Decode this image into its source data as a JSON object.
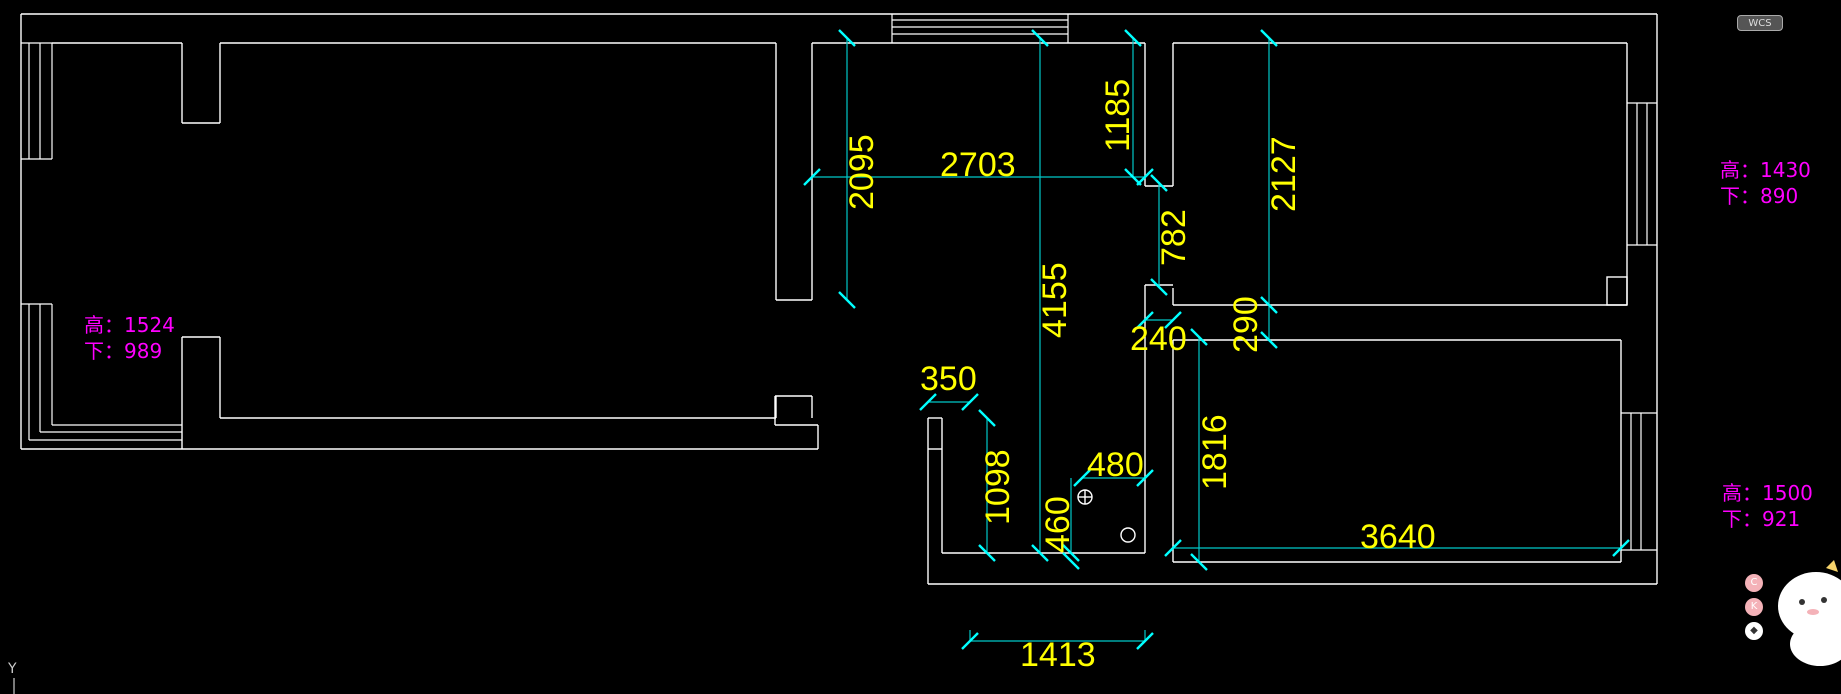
{
  "ui": {
    "wcs_label": "WCS",
    "y_axis_label": "Y"
  },
  "annotations": {
    "left": {
      "height": "高：1524",
      "lower": "下：989"
    },
    "right_top": {
      "height": "高：1430",
      "lower": "下：890"
    },
    "right_bottom": {
      "height": "高：1500",
      "lower": "下：921"
    }
  },
  "dimensions": {
    "d2095": "2095",
    "d2703": "2703",
    "d1185": "1185",
    "d4155": "4155",
    "d2127": "2127",
    "d782": "782",
    "d240": "240",
    "d290": "290",
    "d350": "350",
    "d1098": "1098",
    "d480": "480",
    "d460": "460",
    "d1816": "1816",
    "d3640": "3640",
    "d1413": "1413"
  },
  "colors": {
    "background": "#000000",
    "walls": "#ffffff",
    "dimension_lines": "#00c8c8",
    "dimension_ticks": "#00ffff",
    "dimension_text": "#ffff00",
    "annotation_text": "#ff00ff"
  }
}
